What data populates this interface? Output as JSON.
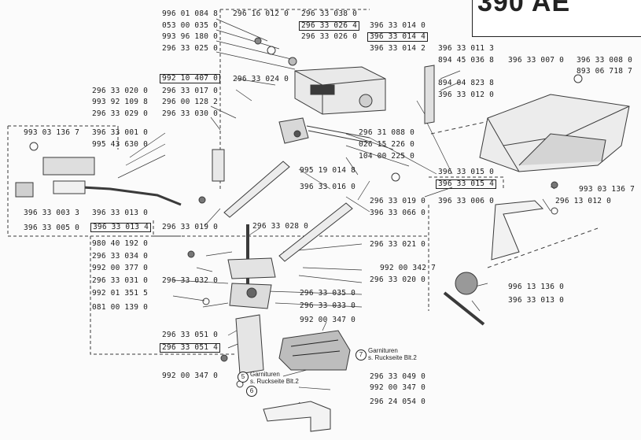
{
  "title": "390 AE",
  "parts": [
    {
      "id": "p1",
      "text": "996 01 084 8"
    },
    {
      "id": "p2",
      "text": "053 00 035 0"
    },
    {
      "id": "p3",
      "text": "993 96 180 0"
    },
    {
      "id": "p4",
      "text": "296 33 025 0"
    },
    {
      "id": "p5",
      "text": "296 16 012 0"
    },
    {
      "id": "p6",
      "text": "296 33 038 0"
    },
    {
      "id": "p7",
      "text": "296 33 026 4"
    },
    {
      "id": "p8",
      "text": "296 33 026 0"
    },
    {
      "id": "p9",
      "text": "396 33 014 0"
    },
    {
      "id": "p10",
      "text": "396 33 014 4"
    },
    {
      "id": "p11",
      "text": "396 33 014 2"
    },
    {
      "id": "p12",
      "text": "396 33 011 3"
    },
    {
      "id": "p13",
      "text": "894 45 036 8"
    },
    {
      "id": "p14",
      "text": "396 33 007 0"
    },
    {
      "id": "p15",
      "text": "396 33 008 0"
    },
    {
      "id": "p16",
      "text": "893 06 718 7"
    },
    {
      "id": "p17",
      "text": "894 04 823 8"
    },
    {
      "id": "p18",
      "text": "396 33 012 0"
    },
    {
      "id": "p19",
      "text": "992 10 407 0"
    },
    {
      "id": "p20",
      "text": "296 33 024 0"
    },
    {
      "id": "p21",
      "text": "296 33 020 0"
    },
    {
      "id": "p22",
      "text": "296 33 017 0"
    },
    {
      "id": "p23",
      "text": "993 92 109 8"
    },
    {
      "id": "p24",
      "text": "296 00 128 2"
    },
    {
      "id": "p25",
      "text": "296 33 029 0"
    },
    {
      "id": "p26",
      "text": "296 33 030 0"
    },
    {
      "id": "p27",
      "text": "993 03 136 7"
    },
    {
      "id": "p28",
      "text": "396 33 001 0"
    },
    {
      "id": "p29",
      "text": "995 43 630 0"
    },
    {
      "id": "p30",
      "text": "296 31 088 0"
    },
    {
      "id": "p31",
      "text": "026 15 226 0"
    },
    {
      "id": "p32",
      "text": "104 00 225 0"
    },
    {
      "id": "p33",
      "text": "995 19 014 8"
    },
    {
      "id": "p34",
      "text": "396 33 016 0"
    },
    {
      "id": "p35",
      "text": "396 33 015 0"
    },
    {
      "id": "p36",
      "text": "396 33 015 4"
    },
    {
      "id": "p37",
      "text": "993 03 136 7"
    },
    {
      "id": "p38",
      "text": "296 33 019 0"
    },
    {
      "id": "p39",
      "text": "396 33 006 0"
    },
    {
      "id": "p40",
      "text": "296 13 012 0"
    },
    {
      "id": "p41",
      "text": "396 33 003 3"
    },
    {
      "id": "p42",
      "text": "396 33 013 0"
    },
    {
      "id": "p43",
      "text": "396 33 005 0"
    },
    {
      "id": "p44",
      "text": "396 33 013 4"
    },
    {
      "id": "p45",
      "text": "296 33 019 0"
    },
    {
      "id": "p46",
      "text": "396 33 066 0"
    },
    {
      "id": "p47",
      "text": "296 33 028 0"
    },
    {
      "id": "p48",
      "text": "980 40 192 0"
    },
    {
      "id": "p49",
      "text": "296 33 021 0"
    },
    {
      "id": "p50",
      "text": "296 33 034 0"
    },
    {
      "id": "p51",
      "text": "992 00 377 0"
    },
    {
      "id": "p52",
      "text": "992 00 342 7"
    },
    {
      "id": "p53",
      "text": "296 33 020 0"
    },
    {
      "id": "p54",
      "text": "296 33 031 0"
    },
    {
      "id": "p55",
      "text": "296 33 032 0"
    },
    {
      "id": "p56",
      "text": "296 33 035 0"
    },
    {
      "id": "p57",
      "text": "992 01 351 5"
    },
    {
      "id": "p58",
      "text": "296 33 033 0"
    },
    {
      "id": "p59",
      "text": "996 13 136 0"
    },
    {
      "id": "p60",
      "text": "081 00 139 0"
    },
    {
      "id": "p61",
      "text": "396 33 013 0"
    },
    {
      "id": "p62",
      "text": "992 00 347 0"
    },
    {
      "id": "p63",
      "text": "296 33 051 0"
    },
    {
      "id": "p64",
      "text": "296 33 051 4"
    },
    {
      "id": "p65",
      "text": "992 00 347 0"
    },
    {
      "id": "p66",
      "text": "296 33 049 0"
    },
    {
      "id": "p67",
      "text": "992 00 347 0"
    },
    {
      "id": "p68",
      "text": "296 24 054 0"
    }
  ],
  "callouts": [
    {
      "id": "c7",
      "number": "7",
      "line1": "Garnituren",
      "line2": "s. Ruckseite Blt.2"
    },
    {
      "id": "c5",
      "number": "5",
      "line1": "Garnituren",
      "line2": "s. Ruckseite Blt.2"
    },
    {
      "id": "c6",
      "number": "6"
    }
  ]
}
